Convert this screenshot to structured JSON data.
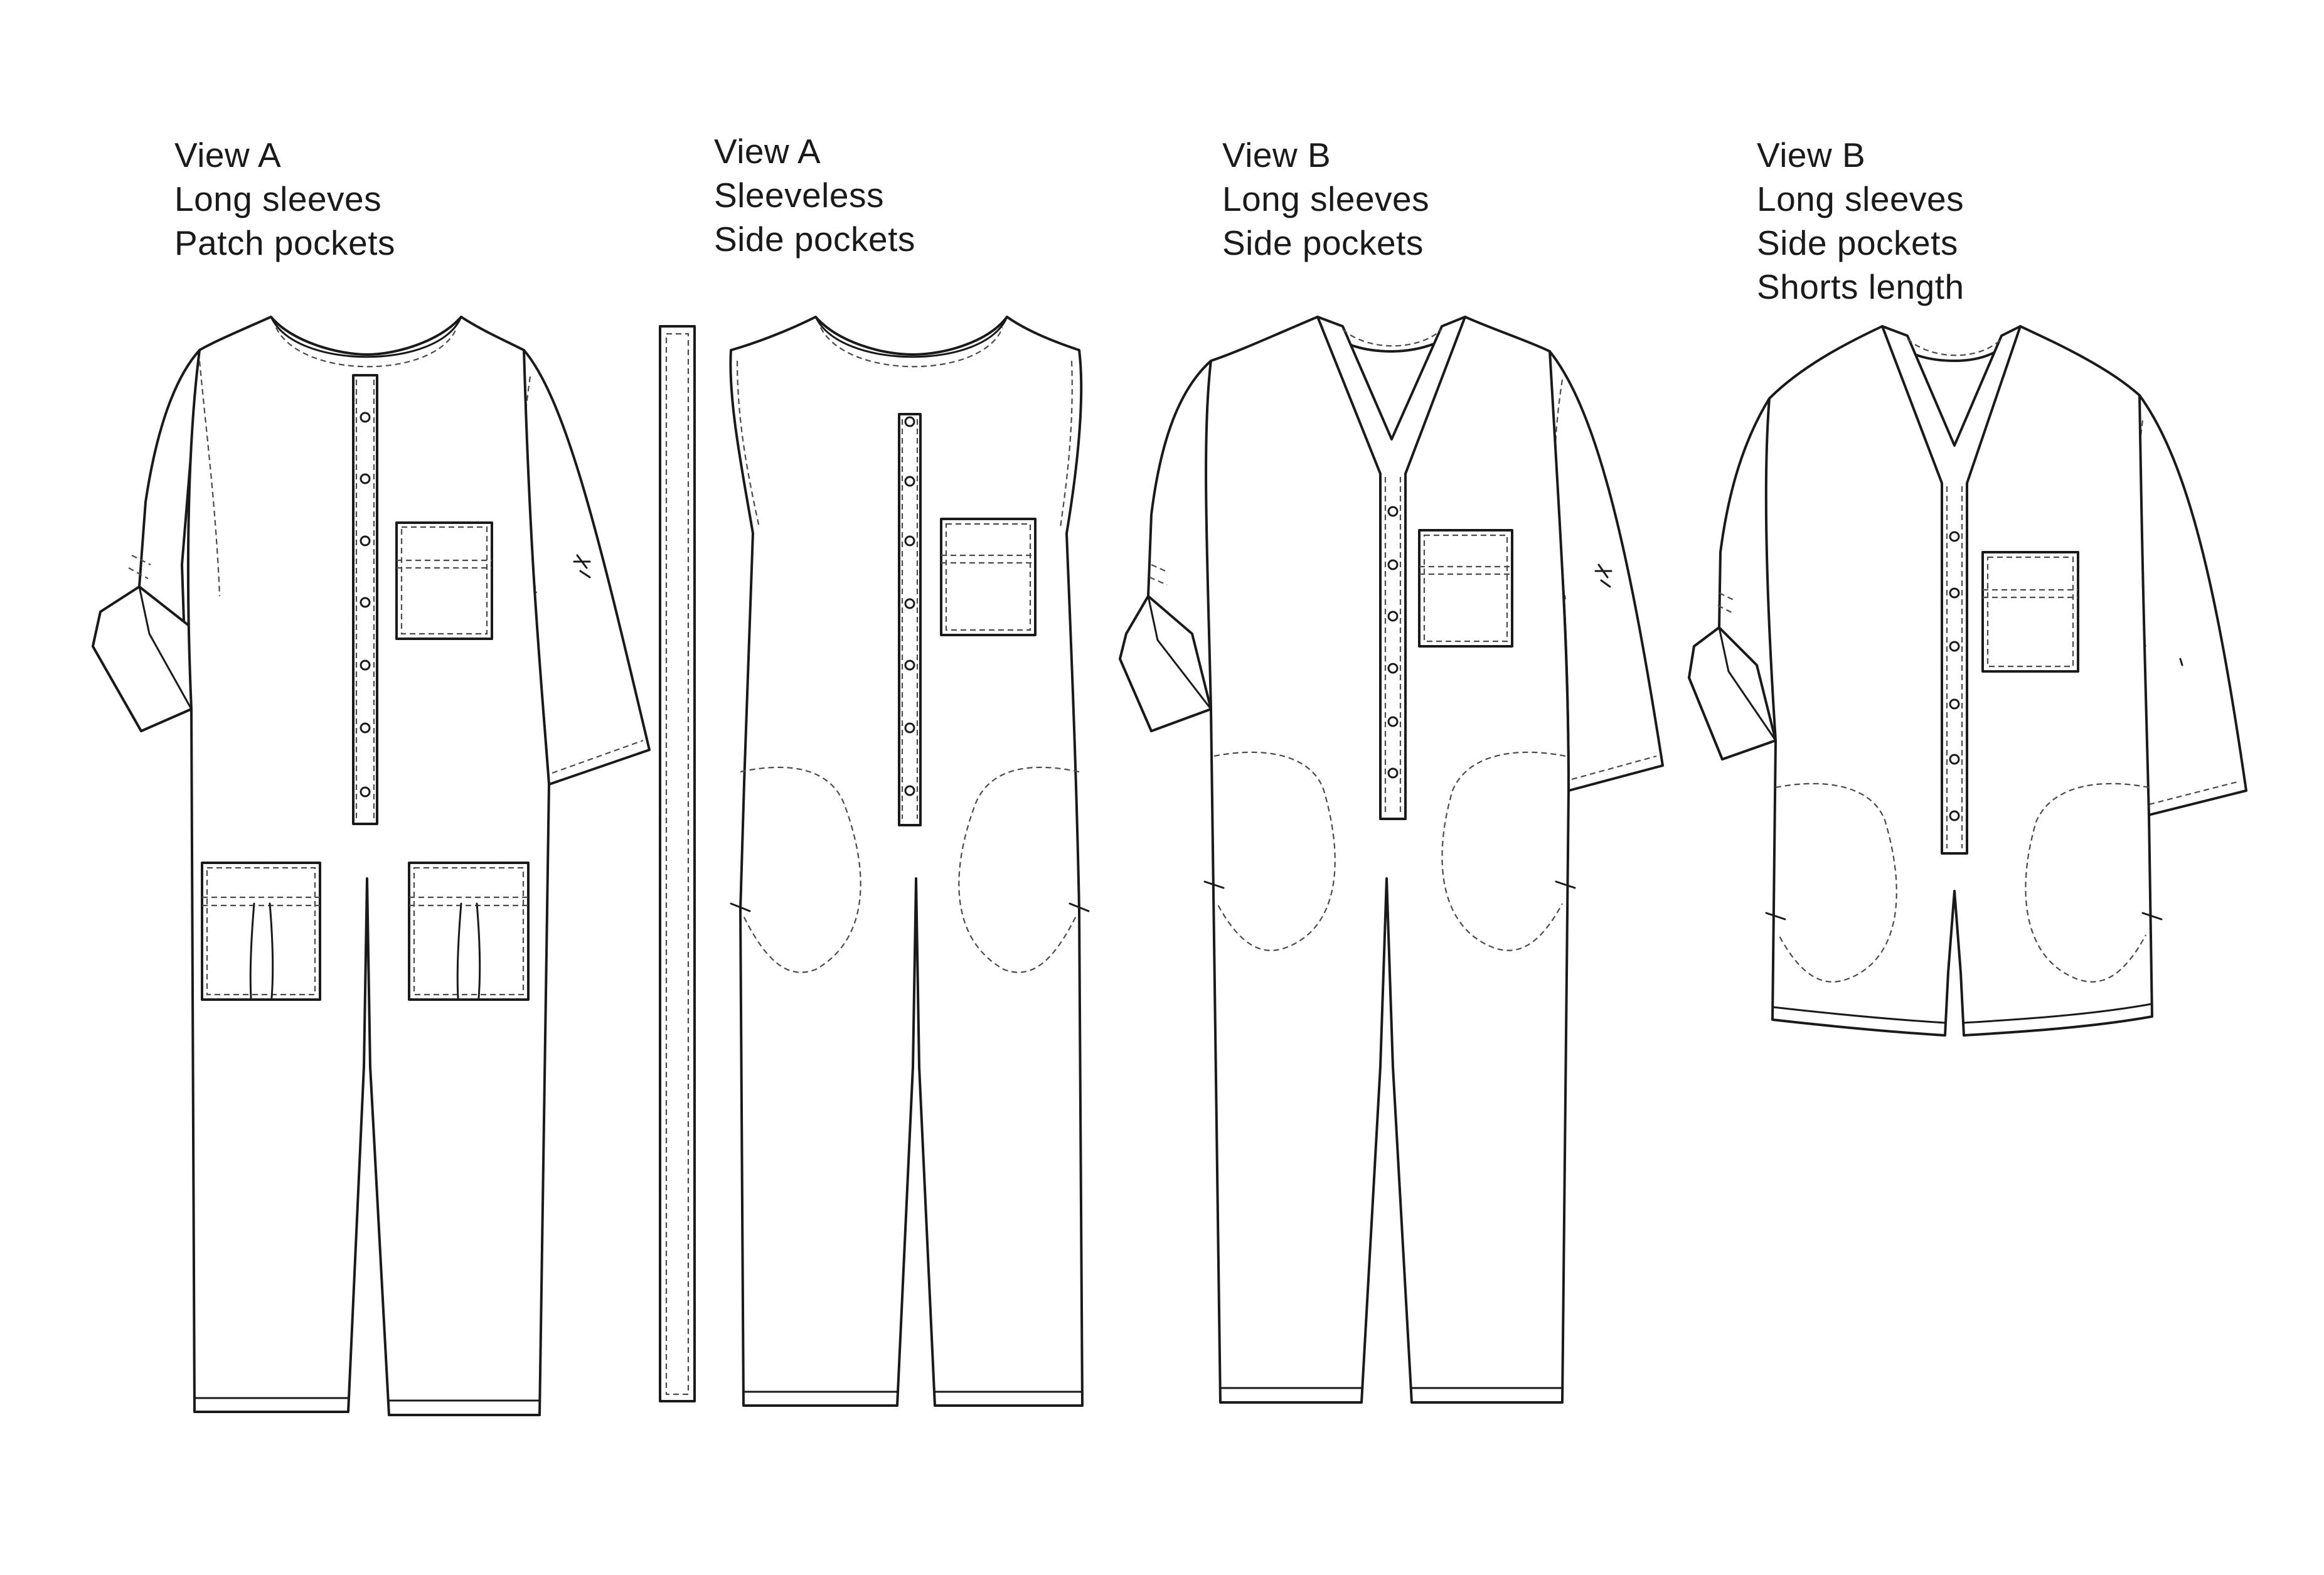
{
  "views": [
    {
      "lines": [
        "View A",
        "Long sleeves",
        "Patch pockets"
      ]
    },
    {
      "lines": [
        "View A",
        "Sleeveless",
        "Side pockets"
      ]
    },
    {
      "lines": [
        "View B",
        "Long sleeves",
        "Side pockets"
      ]
    },
    {
      "lines": [
        "View B",
        "Long sleeves",
        "Side pockets",
        "Shorts length"
      ]
    }
  ],
  "colors": {
    "line": "#1a1a1a",
    "background": "#ffffff"
  }
}
